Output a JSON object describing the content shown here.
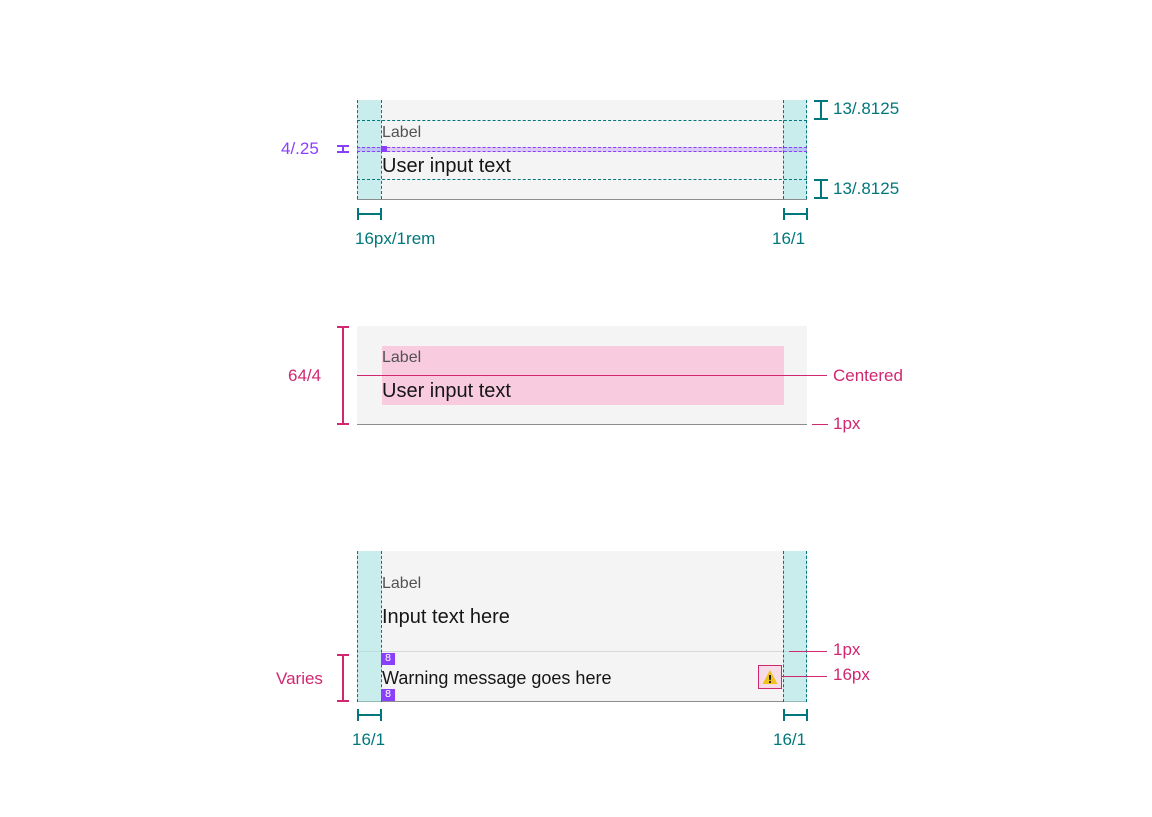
{
  "panel1": {
    "label": "Label",
    "input_text": "User input text",
    "annotations": {
      "top_padding": "13/.8125",
      "bottom_padding": "13/.8125",
      "label_gap": "4/.25",
      "left_padding": "16px/1rem",
      "right_padding": "16/1"
    }
  },
  "panel2": {
    "label": "Label",
    "input_text": "User input text",
    "annotations": {
      "height": "64/4",
      "centered": "Centered",
      "border": "1px"
    }
  },
  "panel3": {
    "label": "Label",
    "input_text": "Input text here",
    "warning_message": "Warning message goes here",
    "spacing_badge_top": "8",
    "spacing_badge_bottom": "8",
    "warning_glyph": "!",
    "warning_icon": "warning-triangle-icon",
    "annotations": {
      "varies": "Varies",
      "divider": "1px",
      "icon_size": "16px",
      "left_padding": "16/1",
      "right_padding": "16/1"
    }
  },
  "colors": {
    "teal": "#00777a",
    "magenta": "#d12771",
    "purple": "#8a3ffc",
    "field_bg": "#f4f4f4",
    "warning_yellow": "#f1c21b"
  }
}
